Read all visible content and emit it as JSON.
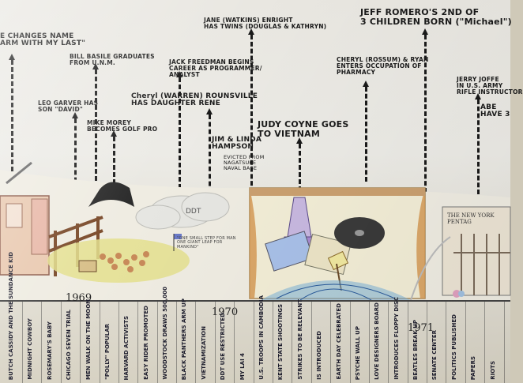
{
  "poster": {
    "top_notes": [
      {
        "id": "changes-name",
        "text": "E CHANGES NAME\nARM WITH MY LAST\""
      },
      {
        "id": "bill-basile",
        "text": "BILL BASILE GRADUATES\nFROM U.N.M."
      },
      {
        "id": "leo-garver",
        "text": "LEO GARVER HAS\nSON \"DAVID\""
      },
      {
        "id": "mike-morey",
        "text": "MIKE MOREY\nBECOMES GOLF PRO"
      },
      {
        "id": "jack-freedman",
        "text": "JACK FREEDMAN BEGINS\nCAREER AS PROGRAMMER/\nANALYST"
      },
      {
        "id": "jane-enright",
        "text": "JANE (WATKINS) ENRIGHT\nHAS TWINS (DOUGLAS & KATHRYN)"
      },
      {
        "id": "cheryl-roundsville",
        "text": "Cheryl (WARREN) ROUNSVILLE\nHAS DAUGHTER RENE"
      },
      {
        "id": "jim-linda-hampson",
        "text": "JIM & LINDA\nHAMPSON"
      },
      {
        "id": "hampson-sub",
        "text": "EVICTED FROM\nNAGATSUKE\nNAVAL BASE"
      },
      {
        "id": "judy-coyne",
        "text": "JUDY COYNE GOES\nTO VIETNAM"
      },
      {
        "id": "jeff-romero",
        "text": "JEFF ROMERO'S 2ND OF\n3 CHILDREN BORN (\"Michael\")"
      },
      {
        "id": "cheryl-ryan",
        "text": "CHERYL (ROSSUM) & RYAN\nENTERS OCCUPATION OF\nPHARMACY"
      },
      {
        "id": "jerry-joffe",
        "text": "JERRY JOFFE\nIN U.S. ARMY\nRIFLE INSTRUCTOR"
      },
      {
        "id": "abe",
        "text": "ABE\nHAVE 3"
      }
    ],
    "scene_labels": {
      "ddt": "DDT",
      "caption": "\"ONE SMALL STEP FOR MAN\nONE GIANT LEAP FOR\nMANKIND\"",
      "newspaper": "THE NEW YORK\nPENTAG"
    },
    "years": [
      "1969",
      "1970",
      "1971"
    ],
    "timeline_events": [
      "BUTCH CASSIDY AND THE SUNDANCE KID",
      "MIDNIGHT COWBOY",
      "ROSEMARY'S BABY",
      "CHICAGO SEVEN TRIAL",
      "MEN WALK ON THE MOON",
      "\"POLLY\" POPULAR",
      "HARVARD ACTIVISTS",
      "EASY RIDER PROMOTED",
      "WOODSTOCK DRAWS 500,000",
      "BLACK PANTHERS ARM UP",
      "VIETNAMIZATION",
      "DDT USE RESTRICTED",
      "MY LAI 4",
      "U.S. TROOPS IN CAMBODIA",
      "KENT STATE SHOOTINGS",
      "STRIKES TO BE RELEVANT",
      "IS INTRODUCED",
      "EARTH DAY CELEBRATED",
      "PSYCHE WALL UP",
      "LOVE DESIGNERS BOARD",
      "INTRODUCES FLOPPY DISC",
      "BEATLES BREAK UP",
      "SENATE CENTER",
      "POLITICS PUBLISHED",
      "PAPERS",
      "RIOTS"
    ]
  }
}
